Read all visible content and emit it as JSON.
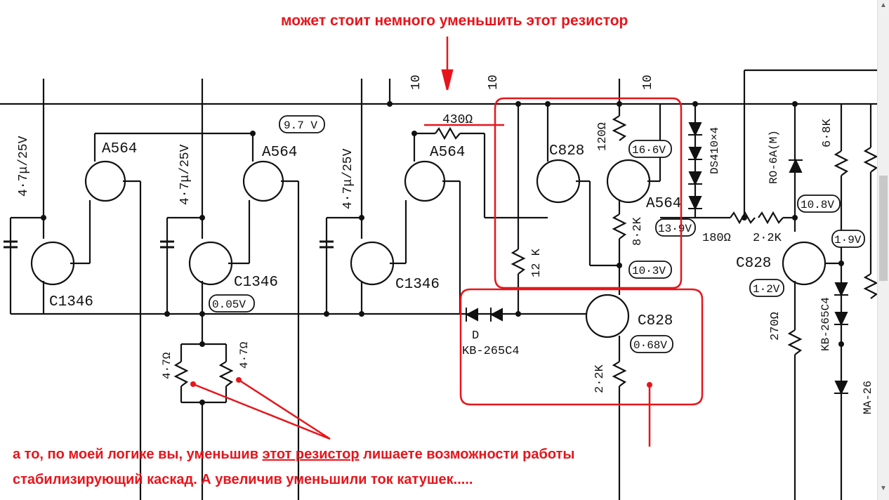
{
  "annotations": {
    "top": "может стоит немного уменьшить этот резистор",
    "bottom_line1_before": "а то, по моей логике вы, уменьшив ",
    "bottom_line1_underlined": "этот резистор",
    "bottom_line1_after": " лишаете возможности работы",
    "bottom_line2": "стабилизирующий каскад. А увеличив уменьшили ток катушек....."
  },
  "schematic": {
    "pin_labels": [
      "10",
      "10",
      "10"
    ],
    "capacitors": [
      "4·7μ/25V",
      "4·7μ/25V",
      "4·7μ/25V"
    ],
    "transistors": [
      "A564",
      "A564",
      "A564",
      "C1346",
      "C1346",
      "C1346",
      "C828",
      "A564",
      "C828",
      "C828"
    ],
    "resistors": [
      "430Ω",
      "120Ω",
      "8·2K",
      "12 K",
      "2·2K",
      "4·7Ω",
      "4·7Ω",
      "180Ω",
      "2·2K",
      "270Ω",
      "6·8K"
    ],
    "voltages": [
      "9.7 V",
      "16·6V",
      "13·9V",
      "10·3V",
      "0.05V",
      "0·68V",
      "10.8V",
      "1·2V",
      "1·9V"
    ],
    "diodes": [
      "D",
      "KB-265C4",
      "DS410×4",
      "RO-6A(M)",
      "KB-265C4",
      "MA-26"
    ]
  }
}
